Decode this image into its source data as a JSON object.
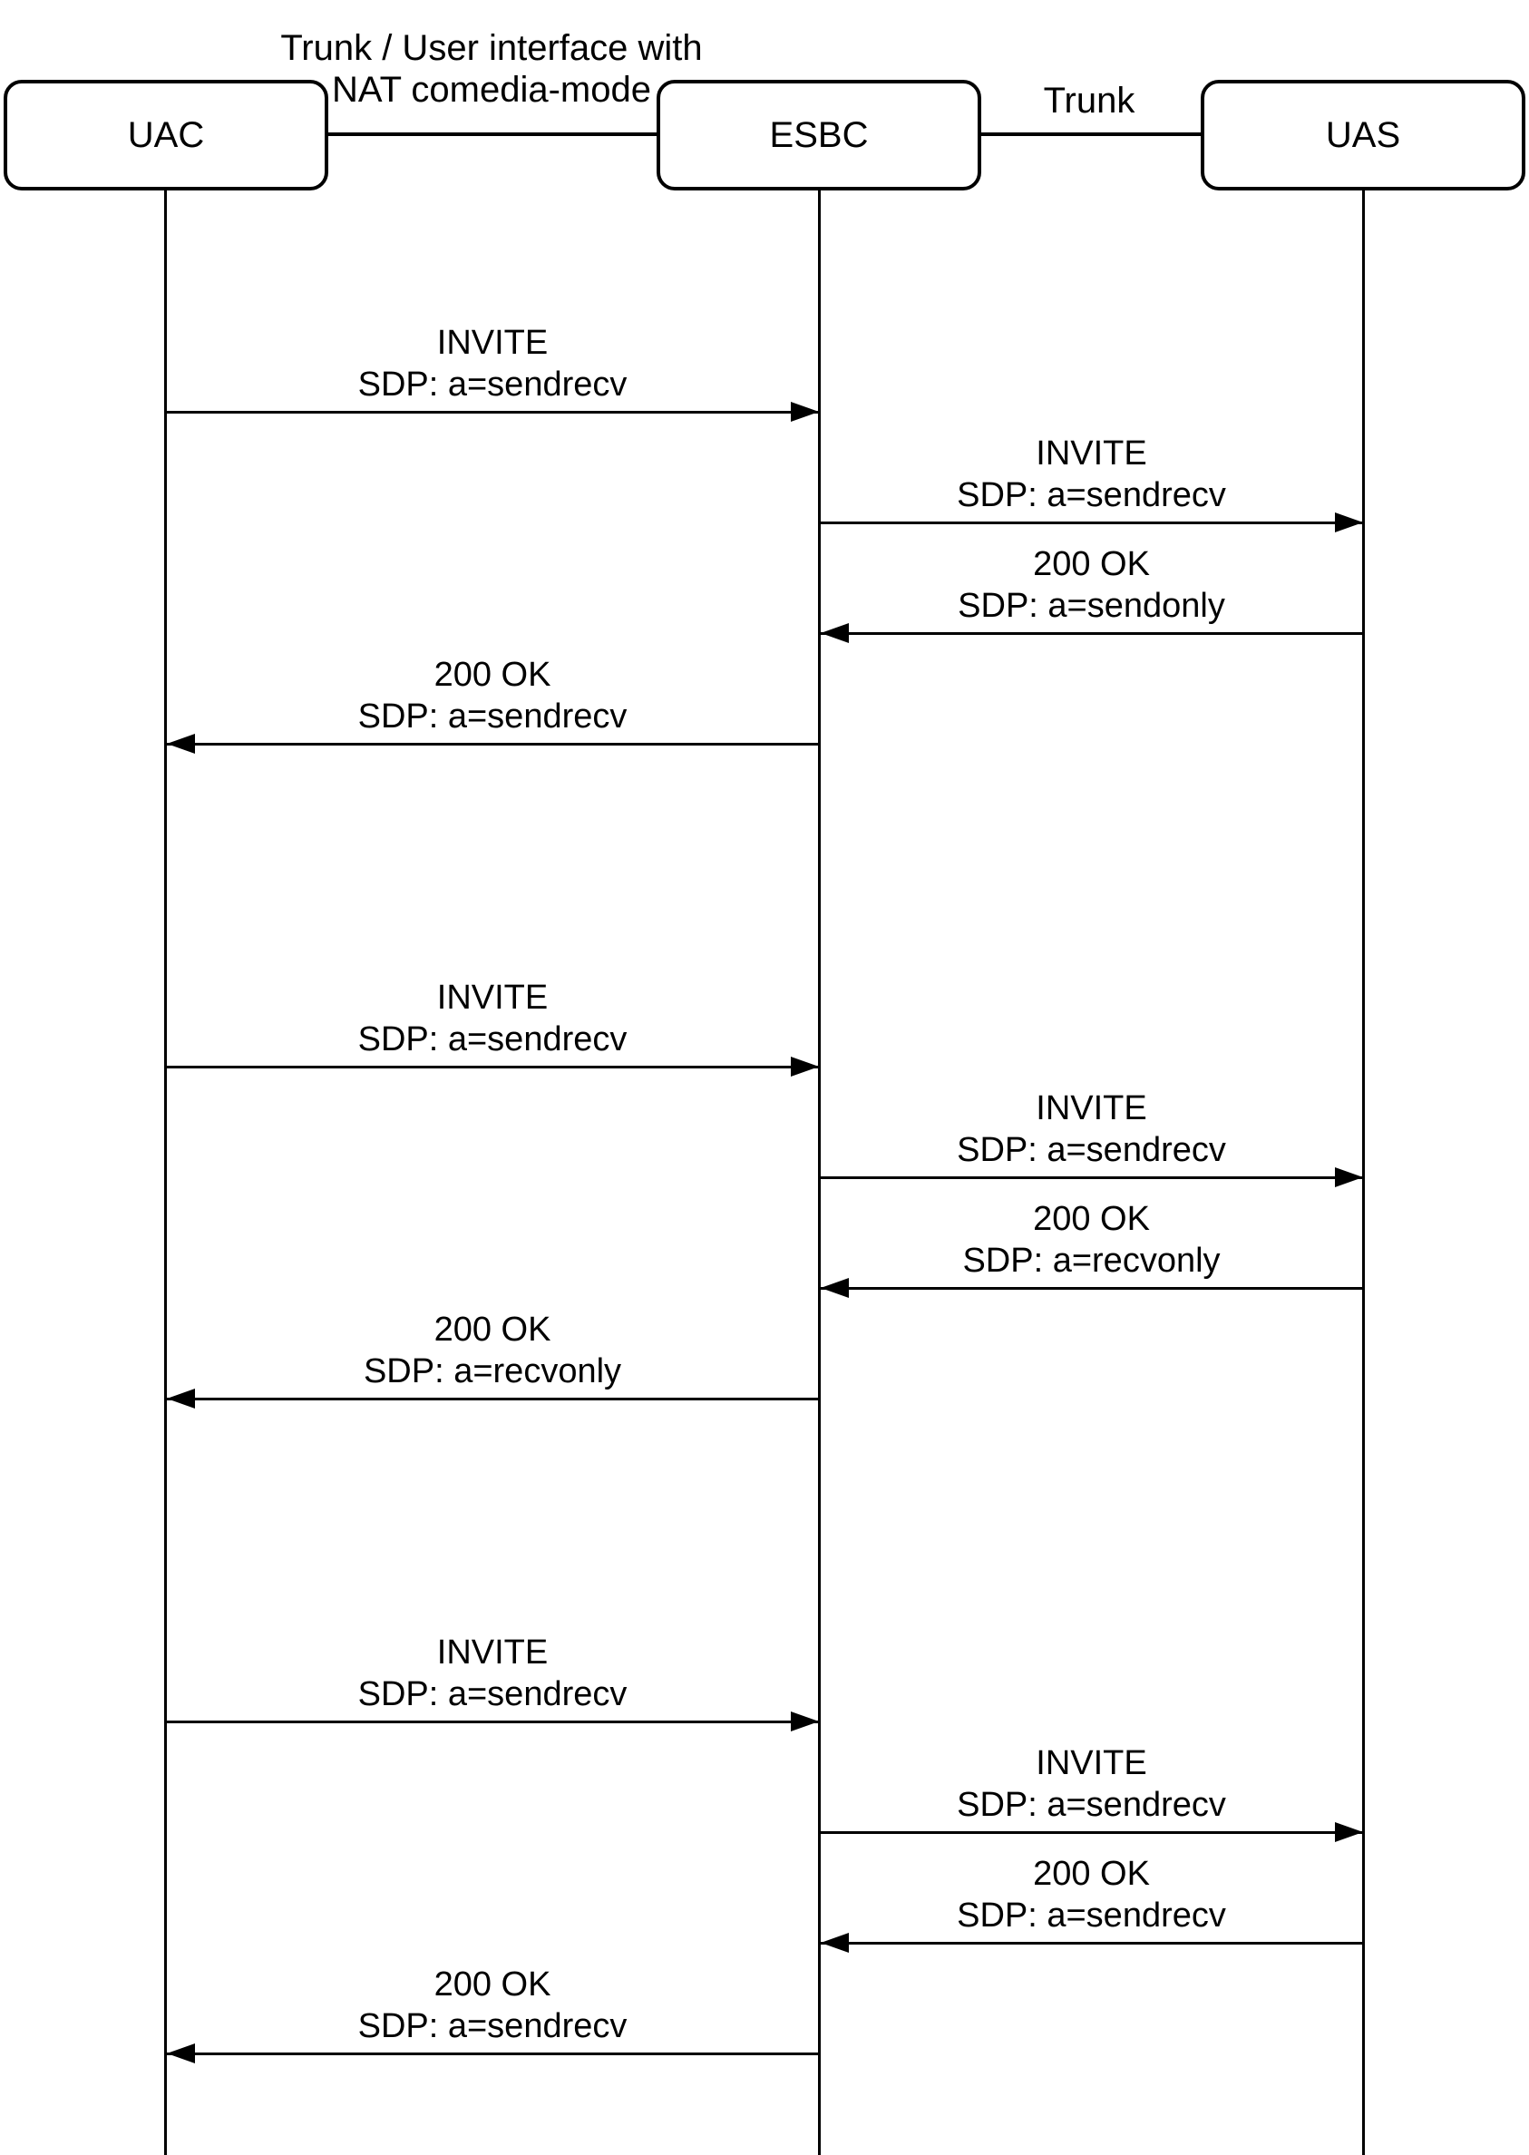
{
  "diagram": {
    "type": "sip-call-flow-sequence-diagram",
    "colors": {
      "line": "#000000",
      "background": "#ffffff",
      "text": "#000000"
    },
    "participants": [
      {
        "id": "UAC",
        "label": "UAC"
      },
      {
        "id": "ESBC",
        "label": "ESBC"
      },
      {
        "id": "UAS",
        "label": "UAS"
      }
    ],
    "links": [
      {
        "between": [
          "UAC",
          "ESBC"
        ],
        "label_lines": [
          "Trunk / User interface with",
          "NAT comedia-mode"
        ]
      },
      {
        "between": [
          "ESBC",
          "UAS"
        ],
        "label_lines": [
          "Trunk"
        ]
      }
    ],
    "messages": [
      {
        "from": "UAC",
        "to": "ESBC",
        "lines": [
          "INVITE",
          "SDP: a=sendrecv"
        ]
      },
      {
        "from": "ESBC",
        "to": "UAS",
        "lines": [
          "INVITE",
          "SDP: a=sendrecv"
        ]
      },
      {
        "from": "UAS",
        "to": "ESBC",
        "lines": [
          "200 OK",
          "SDP: a=sendonly"
        ]
      },
      {
        "from": "ESBC",
        "to": "UAC",
        "lines": [
          "200 OK",
          "SDP: a=sendrecv"
        ]
      },
      {
        "from": "UAC",
        "to": "ESBC",
        "lines": [
          "INVITE",
          "SDP: a=sendrecv"
        ]
      },
      {
        "from": "ESBC",
        "to": "UAS",
        "lines": [
          "INVITE",
          "SDP: a=sendrecv"
        ]
      },
      {
        "from": "UAS",
        "to": "ESBC",
        "lines": [
          "200 OK",
          "SDP: a=recvonly"
        ]
      },
      {
        "from": "ESBC",
        "to": "UAC",
        "lines": [
          "200 OK",
          "SDP: a=recvonly"
        ]
      },
      {
        "from": "UAC",
        "to": "ESBC",
        "lines": [
          "INVITE",
          "SDP: a=sendrecv"
        ]
      },
      {
        "from": "ESBC",
        "to": "UAS",
        "lines": [
          "INVITE",
          "SDP: a=sendrecv"
        ]
      },
      {
        "from": "UAS",
        "to": "ESBC",
        "lines": [
          "200 OK",
          "SDP: a=sendrecv"
        ]
      },
      {
        "from": "ESBC",
        "to": "UAC",
        "lines": [
          "200 OK",
          "SDP: a=sendrecv"
        ]
      }
    ]
  }
}
